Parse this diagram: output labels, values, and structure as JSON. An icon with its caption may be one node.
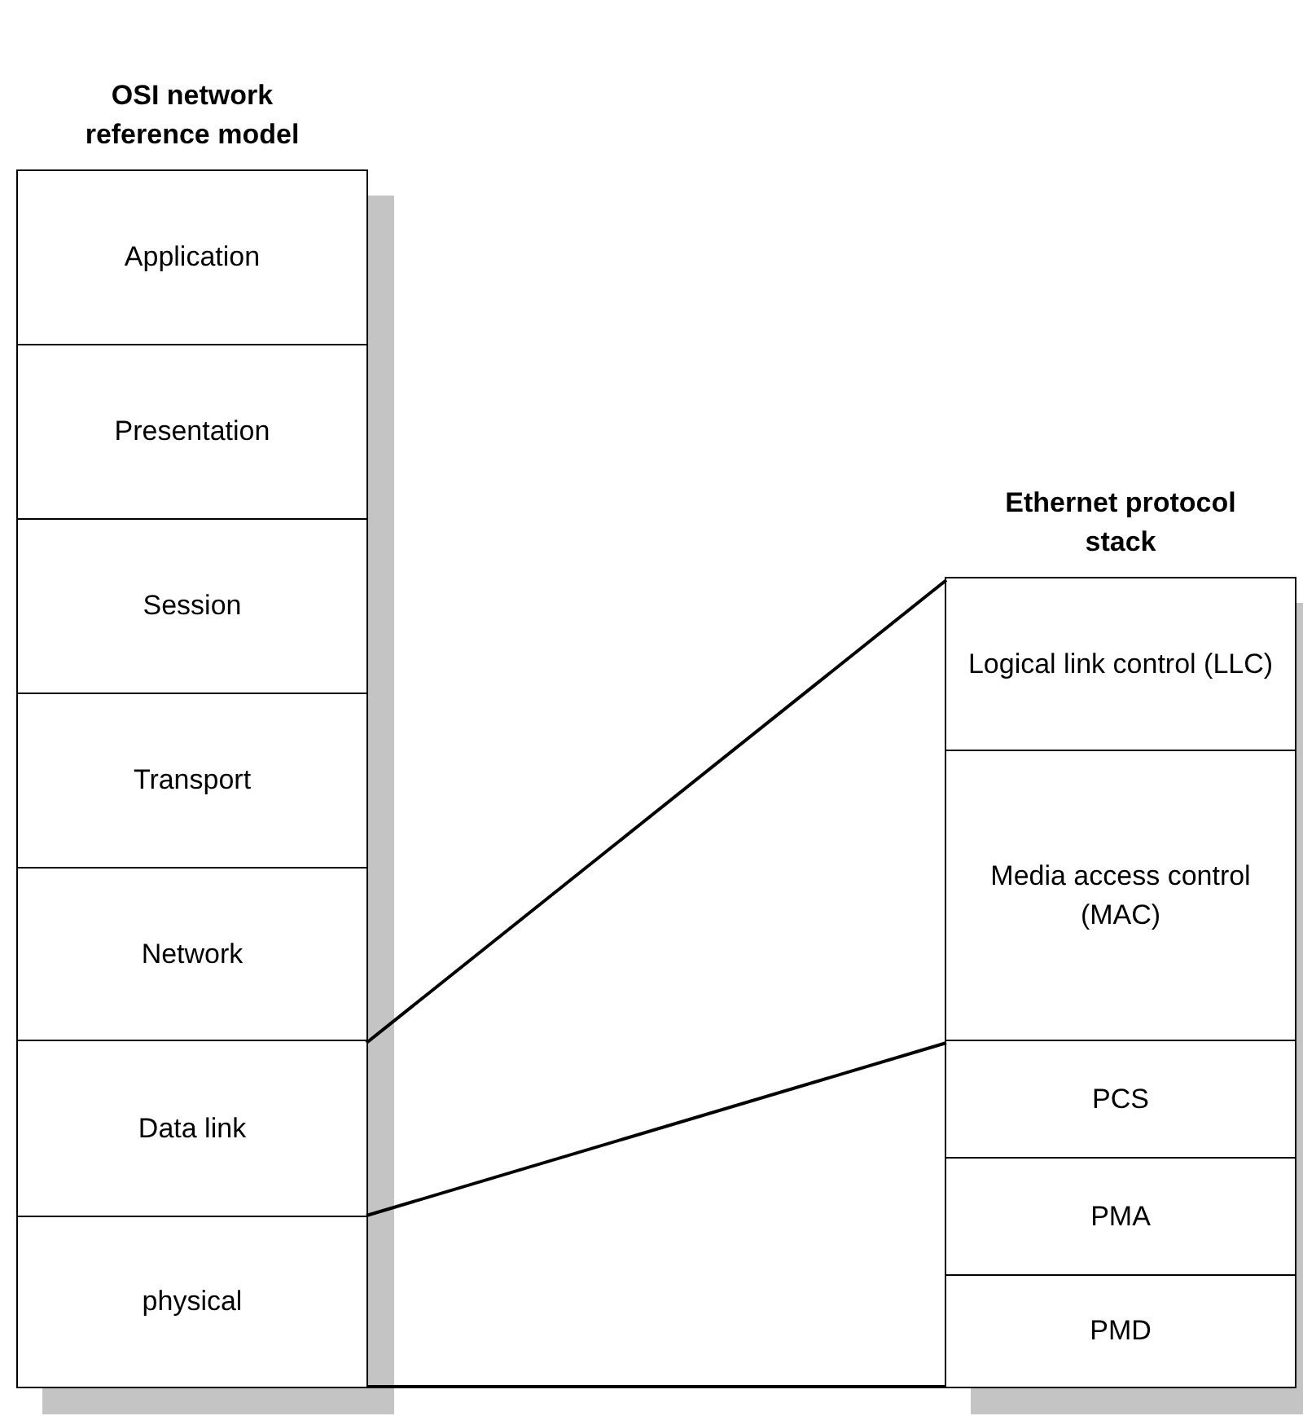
{
  "diagram": {
    "nodes": [
      {
        "text": [
          "OSI network reference model"
        ]
      },
      {
        "text": [
          "Application"
        ],
        "in": 0
      },
      {
        "text": [
          "Presentation"
        ],
        "in": 0
      },
      {
        "text": [
          "Session"
        ],
        "in": 0
      },
      {
        "text": [
          "Transport"
        ],
        "in": 0
      },
      {
        "text": [
          "Network"
        ],
        "in": 0
      },
      {
        "text": [
          "Data link"
        ],
        "in": 0
      },
      {
        "text": [
          "physical"
        ],
        "in": 0
      },
      {
        "text": [
          "Ethernet protocol stack"
        ]
      },
      {
        "text": [
          "Logical link control (LLC)"
        ],
        "in": 8
      },
      {
        "text": [
          "Media access control (MAC)"
        ],
        "in": 8
      },
      {
        "text": [
          "PCS"
        ],
        "in": 8
      },
      {
        "text": [
          "PMA"
        ],
        "in": 8
      },
      {
        "text": [
          "PMD"
        ],
        "in": 8
      }
    ],
    "edges": [
      {
        "from": 6,
        "to": 9,
        "arrow": "none"
      },
      {
        "from": 6,
        "to": 11,
        "arrow": "none"
      },
      {
        "from": 0,
        "to": 8,
        "arrow": "none"
      }
    ]
  }
}
